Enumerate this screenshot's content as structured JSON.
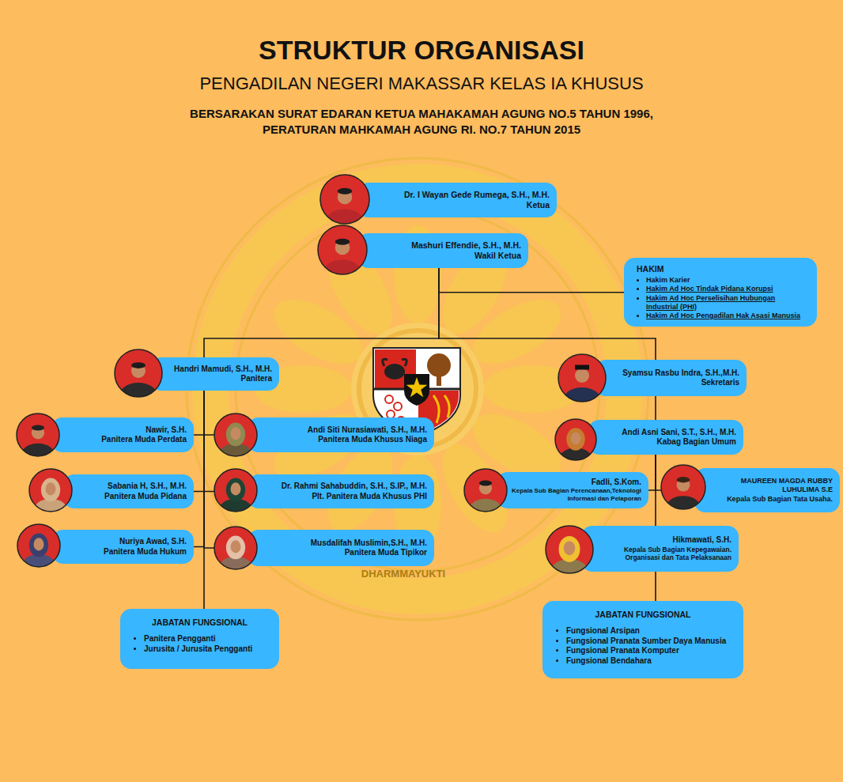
{
  "diagram": {
    "title": "STRUKTUR ORGANISASI",
    "nodes": [
      {
        "text": [
          "Dr. I Wayan Gede Rumega, S.H., M.H.",
          "Ketua"
        ]
      },
      {
        "text": [
          "Mashuri Effendie, S.H., M.H.",
          "Wakil Ketua"
        ]
      },
      {
        "text": [
          "HAKIM",
          "Hakim Karier",
          "Hakim Ad Hoc Tindak Pidana Korupsi",
          "Hakim Ad Hoc Perselisihan Hubungan Industrial (PHI)",
          "Hakim Ad Hoc Pengadilan Hak Asasi Manusia"
        ]
      },
      {
        "text": [
          "Handri Mamudi, S.H., M.H.",
          "Panitera"
        ]
      },
      {
        "text": [
          "Syamsu Rasbu Indra, S.H.,M.H.",
          "Sekretaris"
        ]
      },
      {
        "text": [
          "Nawir, S.H.",
          "Panitera Muda Perdata"
        ]
      },
      {
        "text": [
          "Andi Siti Nurasiawati, S.H., M.H.",
          "Panitera Muda Khusus Niaga"
        ]
      },
      {
        "text": [
          "Andi Asni Sani, S.T., S.H., M.H.",
          "Kabag Bagian Umum"
        ]
      },
      {
        "text": [
          "Sabania H, S.H., M.H.",
          "Panitera Muda Pidana"
        ]
      },
      {
        "text": [
          "Dr. Rahmi Sahabuddin, S.H., S.IP., M.H.",
          "Plt. Panitera Muda Khusus PHI"
        ]
      },
      {
        "text": [
          "Fadli, S.Kom.",
          "Kepala Sub Bagian Perencanaan,Teknologi Informasi dan Pelaporan"
        ]
      },
      {
        "text": [
          "MAUREEN MAGDA RUBBY LUHULIMA S.E",
          "Kepala Sub Bagian Tata Usaha."
        ]
      },
      {
        "text": [
          "Nuriya Awad, S.H.",
          "Panitera Muda Hukum"
        ]
      },
      {
        "text": [
          "Musdalifah Muslimin,S.H., M.H.",
          "Panitera Muda Tipikor"
        ]
      },
      {
        "text": [
          "Hikmawati, S.H.",
          "Kepala Sub Bagian Kepegawaian. Organisasi dan Tata Pelaksanaan"
        ]
      },
      {
        "text": [
          "JABATAN FUNGSIONAL",
          "Panitera Pengganti",
          "Jurusita / Jurusita Pengganti"
        ]
      },
      {
        "text": [
          "JABATAN FUNGSIONAL",
          "Fungsional Arsipan",
          "Fungsional Pranata Sumber Daya Manusia",
          "Fungsional Pranata Komputer",
          "Fungsional Bendahara"
        ]
      }
    ],
    "edges": [
      {
        "from": 1,
        "to": 2,
        "arrow": "none"
      },
      {
        "from": 1,
        "to": 3,
        "arrow": "none"
      },
      {
        "from": 1,
        "to": 4,
        "arrow": "none"
      },
      {
        "from": 3,
        "to": 5,
        "arrow": "none"
      },
      {
        "from": 3,
        "to": 6,
        "arrow": "none"
      },
      {
        "from": 3,
        "to": 8,
        "arrow": "none"
      },
      {
        "from": 3,
        "to": 9,
        "arrow": "none"
      },
      {
        "from": 3,
        "to": 12,
        "arrow": "none"
      },
      {
        "from": 3,
        "to": 13,
        "arrow": "none"
      },
      {
        "from": 3,
        "to": 15,
        "arrow": "none"
      },
      {
        "from": 4,
        "to": 7,
        "arrow": "none"
      },
      {
        "from": 7,
        "to": 10,
        "arrow": "none"
      },
      {
        "from": 7,
        "to": 11,
        "arrow": "none"
      },
      {
        "from": 7,
        "to": 14,
        "arrow": "none"
      },
      {
        "from": 14,
        "to": 16,
        "arrow": "none"
      }
    ],
    "labels": [
      "PENGADILAN NEGERI MAKASSAR KELAS IA KHUSUS",
      "BERSARAKAN SURAT EDARAN KETUA MAHAKAMAH AGUNG NO.5 TAHUN 1996,",
      "PERATURAN MAHKAMAH AGUNG RI. NO.7 TAHUN 2015",
      "DHARMMAYUKTI"
    ]
  }
}
